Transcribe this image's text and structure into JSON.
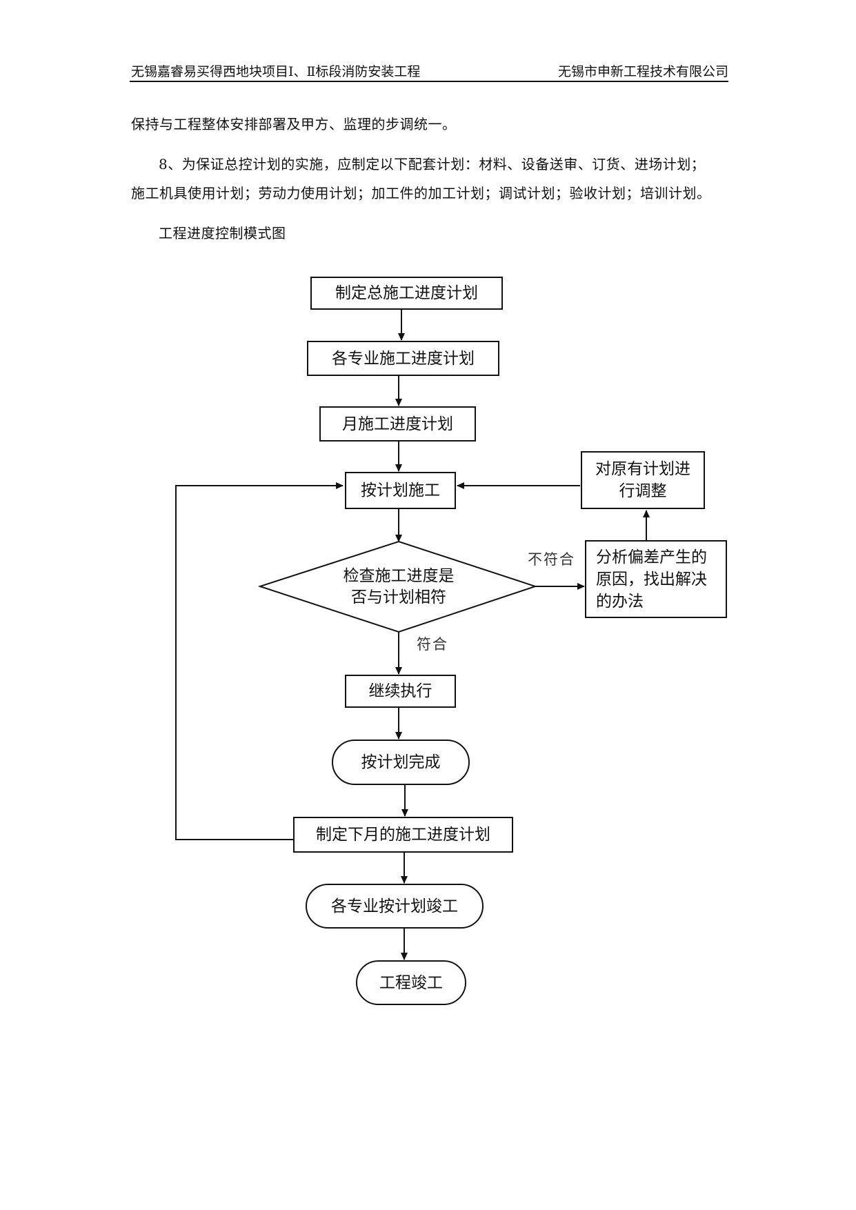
{
  "header": {
    "left": "无锡嘉睿易买得西地块项目Ⅰ、Ⅱ标段消防安装工程",
    "right": "无锡市申新工程技术有限公司"
  },
  "body": {
    "line1": "保持与工程整体安排部署及甲方、监理的步调统一。",
    "line2": "8、为保证总控计划的实施，应制定以下配套计划：材料、设备送审、订货、进场计划；",
    "line3": "施工机具使用计划；劳动力使用计划；加工件的加工计划；调试计划；验收计划；培训计划。",
    "caption": "工程进度控制模式图"
  },
  "flowchart": {
    "nodes": {
      "master_plan": "制定总施工进度计划",
      "discipline_plan": "各专业施工进度计划",
      "monthly_plan": "月施工进度计划",
      "execute_plan": "按计划施工",
      "check_line1": "检查施工进度是",
      "check_line2": "否与计划相符",
      "analyze": "分析偏差产生的原因，找出解决的办法",
      "adjust": "对原有计划进行调整",
      "continue": "继续执行",
      "complete": "按计划完成",
      "next_month": "制定下月的施工进度计划",
      "discipline_done": "各专业按计划竣工",
      "project_done": "工程竣工"
    },
    "labels": {
      "not_match": "不符合",
      "match": "符合"
    }
  }
}
